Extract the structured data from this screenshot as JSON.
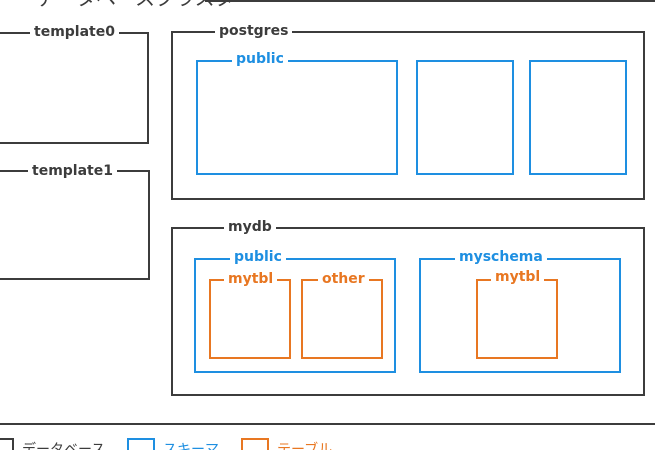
{
  "cluster": {
    "title": "データベースクラスタ"
  },
  "databases": {
    "template0": "template0",
    "template1": "template1",
    "postgres": "postgres",
    "mydb": "mydb"
  },
  "schemas": {
    "postgres_public": "public",
    "mydb_public": "public",
    "mydb_myschema": "myschema"
  },
  "tables": {
    "public_mytbl": "mytbl",
    "public_other": "other",
    "myschema_mytbl": "mytbl"
  },
  "legend": {
    "database": "データベース",
    "schema": "スキーマ",
    "table": "テーブル"
  },
  "colors": {
    "database": "#3c3c3c",
    "schema": "#1e8fe1",
    "table": "#e87722"
  }
}
